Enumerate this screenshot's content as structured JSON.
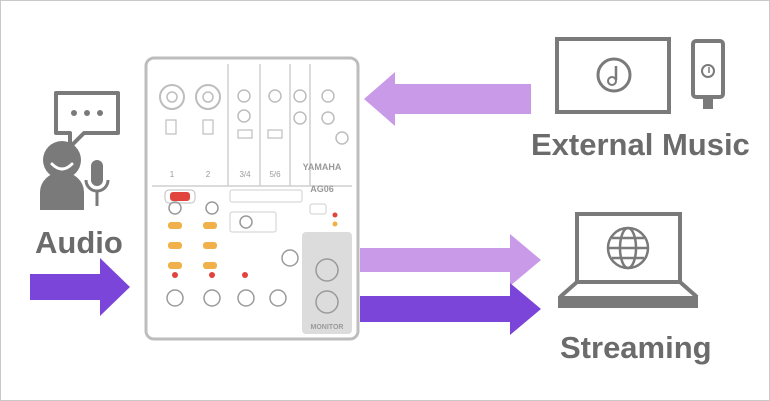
{
  "labels": {
    "audio": "Audio",
    "external_music": "External Music",
    "streaming": "Streaming"
  },
  "mixer": {
    "brand": "YAMAHA",
    "model": "AG06",
    "monitor_label": "MONITOR",
    "channel_numbers": [
      "1",
      "2",
      "3/4",
      "5/6"
    ]
  },
  "icons": {
    "person": "person-icon",
    "speech_bubble": "speech-bubble-icon",
    "microphone": "microphone-icon",
    "tablet": "tablet-icon",
    "phone": "phone-icon",
    "music_note": "music-note-icon",
    "laptop": "laptop-icon",
    "globe": "globe-icon"
  },
  "colors": {
    "icon_gray": "#7a7a7a",
    "label_gray": "#6b6b6b",
    "arrow_dark_purple": "#7b45d9",
    "arrow_light_purple": "#c99ae8",
    "mixer_outline": "#bdbdbd",
    "mixer_red": "#e0443c",
    "mixer_orange": "#f0b04a"
  }
}
